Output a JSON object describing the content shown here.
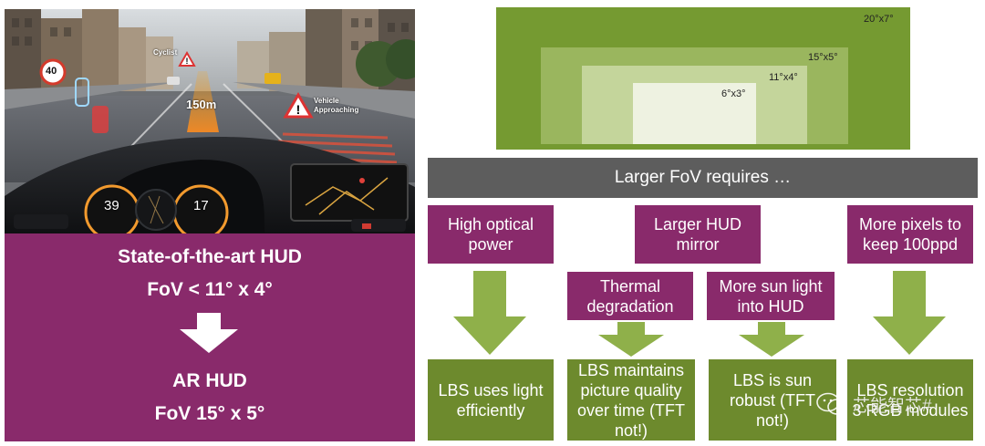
{
  "left": {
    "image_labels": {
      "cyclist": "Cyclist",
      "distance": "150m",
      "vehicle_1": "Vehicle",
      "vehicle_2": "Approaching",
      "speed_sign": "40",
      "gauge_left": "39",
      "gauge_right": "17"
    },
    "line1": "State-of-the-art HUD",
    "line2": "FoV < 11° x 4°",
    "line3": "AR HUD",
    "line4": "FoV 15° x 5°"
  },
  "fov": {
    "sizes": [
      "20°x7°",
      "15°x5°",
      "11°x4°",
      "6°x3°"
    ],
    "colors": [
      "#759a31",
      "#9ab65e",
      "#c4d59b",
      "#eef2e1"
    ]
  },
  "banner": "Larger FoV requires …",
  "requirements": [
    "High optical power",
    "Larger HUD mirror",
    "More pixels to keep 100ppd"
  ],
  "issues": [
    "Thermal degradation",
    "More sun light into HUD"
  ],
  "outcomes": [
    "LBS uses light efficiently",
    "LBS maintains picture quality over time (TFT not!)",
    "LBS is sun robust (TFT not!)",
    "LBS resolution 3 RGB modules"
  ],
  "watermark": "芯能智芯#",
  "colors": {
    "purple": "#892a6b",
    "green": "#6d8a2d",
    "banner": "#5d5d5d",
    "arrow": "#8fb04a"
  }
}
